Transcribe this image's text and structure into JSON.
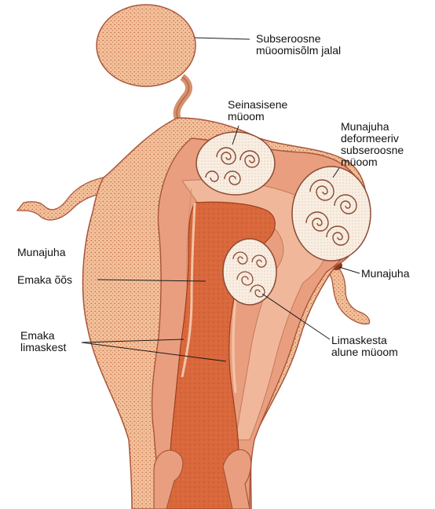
{
  "labels": {
    "pedunculated": {
      "line1": "Subseroosne",
      "line2": "müoomisõlm jalal"
    },
    "intramural": {
      "line1": "Seinasisene",
      "line2": "müoom"
    },
    "deforming": {
      "line1": "Munajuha",
      "line2": "deformeeriv",
      "line3": "subseroosne",
      "line4": "müoom"
    },
    "tube_left": "Munajuha",
    "tube_right": "Munajuha",
    "cavity": "Emaka õõs",
    "endometrium": {
      "line1": "Emaka",
      "line2": "limaskest"
    },
    "submucous": {
      "line1": "Limaskesta",
      "line2": "alune müoom"
    }
  },
  "colors": {
    "outer_tissue": "#f0b98e",
    "wall": "#e99f7f",
    "wall_inner": "#f1b79a",
    "cavity": "#d9683c",
    "myoma": "#f7ebdc",
    "myoma_swirl": "#8a4a33",
    "dots": "#b5562f",
    "outline": "#a9553a"
  }
}
